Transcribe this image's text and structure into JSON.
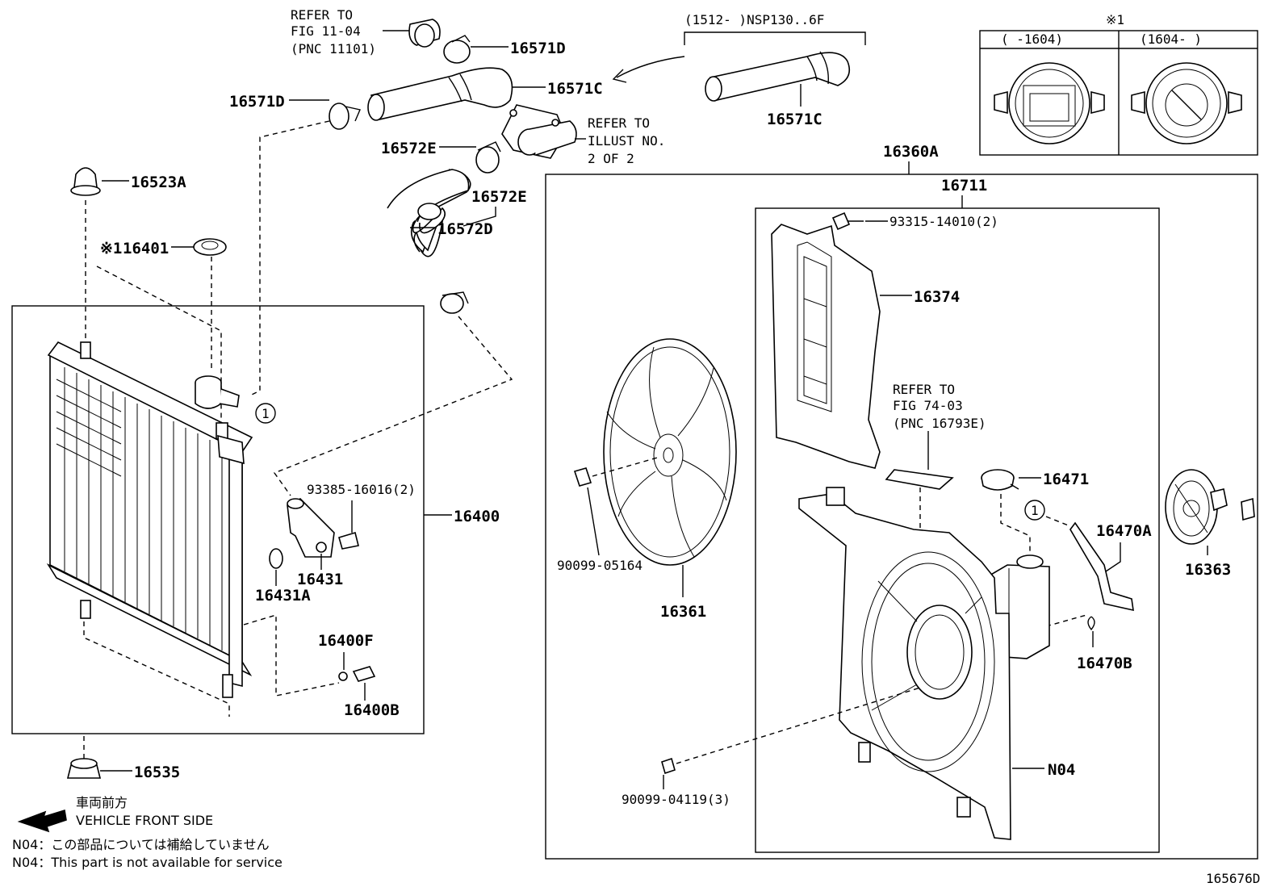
{
  "labels": {
    "refer_fig_11_04": [
      "REFER TO",
      "FIG 11-04",
      "(PNC 11101)"
    ],
    "p16571D_top": "16571D",
    "p16571C": "16571C",
    "p16571D_left": "16571D",
    "p16572E_top": "16572E",
    "refer_illust": [
      "REFER TO",
      "ILLUST NO.",
      "2 OF 2"
    ],
    "p16523A": "16523A",
    "p16572D": "16572D",
    "p16401_mark": "※1",
    "p16401": "16401",
    "p16572E_right": "16572E",
    "circle_1": "1",
    "p93385": "93385-16016(2)",
    "p16400": "16400",
    "p16431": "16431",
    "p16431A": "16431A",
    "p16400F": "16400F",
    "p16400B": "16400B",
    "p16535": "16535",
    "variant_range": "(1512-     )NSP130..6F",
    "p16571C_right": "16571C",
    "cap_mark": "※1",
    "cap_col1": "(    -1604)",
    "cap_col2": "(1604-    )",
    "p16360A": "16360A",
    "p16711": "16711",
    "p93315": "93315-14010(2)",
    "p16374": "16374",
    "refer_fig_74_03": [
      "REFER TO",
      "FIG 74-03",
      "(PNC 16793E)"
    ],
    "p16471": "16471",
    "p16470A": "16470A",
    "p16363": "16363",
    "p90099_05164": "90099-05164",
    "p16361": "16361",
    "p16470B": "16470B",
    "pN04": "N04",
    "p90099_04119": "90099-04119(3)",
    "front_jp": "車両前方",
    "front_en": "VEHICLE FRONT SIDE",
    "note_jp": "N04：この部品については補給していません",
    "note_en": "N04：This part is not available for service",
    "fig_code": "165676D"
  }
}
